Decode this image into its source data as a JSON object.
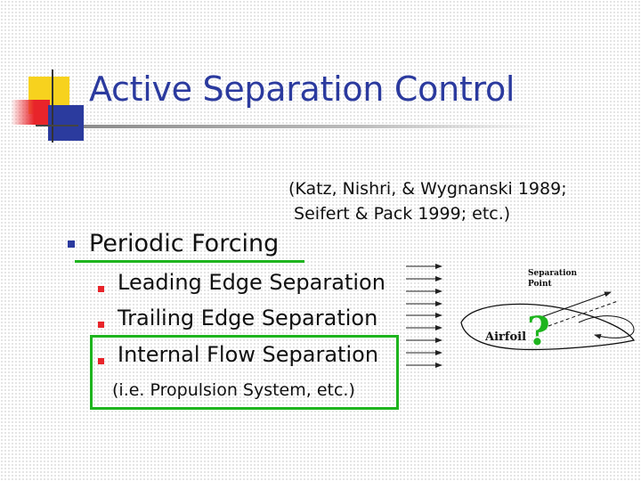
{
  "slide": {
    "title": "Active Separation Control",
    "citation": [
      "(Katz, Nishri, & Wygnanski 1989;",
      " Seifert & Pack 1999; etc.)"
    ],
    "main_bullet": "Periodic Forcing",
    "sub_bullets": [
      "Leading Edge Separation",
      "Trailing Edge Separation",
      "Internal Flow Separation"
    ],
    "note": "(i.e. Propulsion System, etc.)"
  },
  "diagram": {
    "separation_label_line1": "Separation",
    "separation_label_line2": "Point",
    "airfoil_label": "Airfoil",
    "question_mark": "?"
  },
  "colors": {
    "title": "#2b3a9e",
    "highlight_green": "#1eb41e",
    "sub_bullet_red": "#e8242a",
    "question_mark_green": "#1eb41e"
  }
}
